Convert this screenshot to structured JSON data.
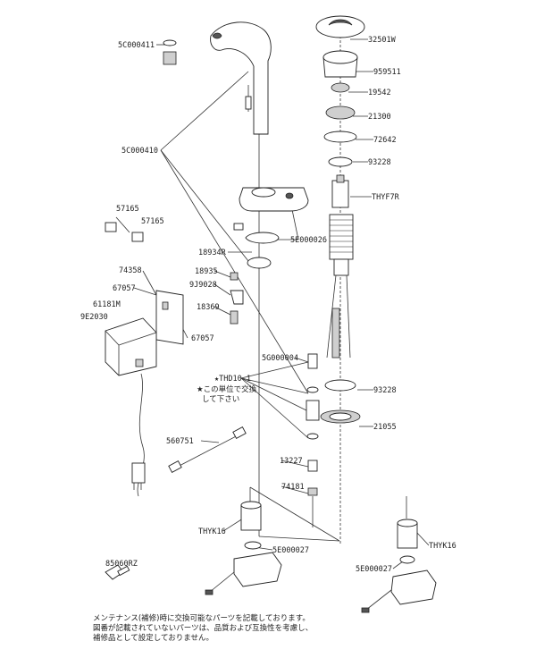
{
  "labels": {
    "p32501w": "32501W",
    "p959511": "959511",
    "p19542": "19542",
    "p21300": "21300",
    "p72642": "72642",
    "p93228a": "93228",
    "thyf7r": "THYF7R",
    "p5c000411": "5C000411",
    "p5c000410": "5C000410",
    "p57165a": "57165",
    "p57165b": "57165",
    "p18934r": "18934R",
    "p5e000026": "5E000026",
    "p74358": "74358",
    "p67057a": "67057",
    "p61181m": "61181M",
    "p9e2030": "9E2030",
    "p18935": "18935",
    "p9j9028": "9J9028",
    "p18369": "18369",
    "p67057b": "67057",
    "p5g000004": "5G000004",
    "thd10": "★THD10-1",
    "note1": "★この単位で交換",
    "note2": "して下さい",
    "p93228b": "93228",
    "p21055": "21055",
    "p560751": "560751",
    "p13227": "13227",
    "p74181": "74181",
    "thyk16a": "THYK16",
    "p5e000027a": "5E000027",
    "p85060rz": "85060RZ",
    "thyk16b": "THYK16",
    "p5e000027b": "5E000027"
  },
  "footnote": [
    "メンテナンス(補修)時に交換可能なパーツを記載しております。",
    "図番が記載されていないパーツは、品質および互換性を考慮し、",
    "補修品として設定しておりません。"
  ]
}
